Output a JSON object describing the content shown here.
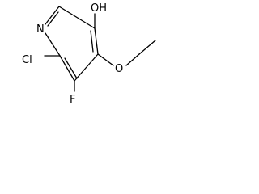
{
  "structure": {
    "atoms": {
      "nitrogen": "N",
      "hydroxyl": "OH",
      "ether_oxygen": "O",
      "chlorine": "Cl",
      "fluorine": "F"
    },
    "colors": {
      "bond": "#000000",
      "label": "#000000",
      "background": "#ffffff"
    }
  }
}
